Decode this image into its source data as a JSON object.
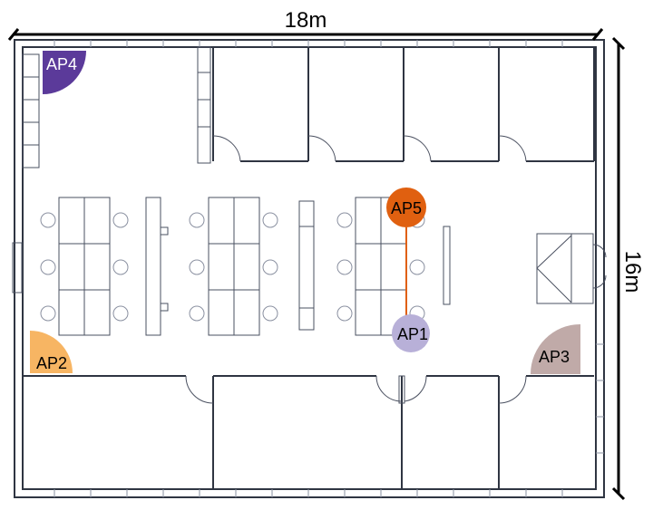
{
  "dimensions": {
    "width_label": "18m",
    "height_label": "16m"
  },
  "access_points": [
    {
      "id": "ap4",
      "label": "AP4",
      "color": "#5b3a9a",
      "text_color": "#ffffff",
      "shape": "quarter-sector"
    },
    {
      "id": "ap5",
      "label": "AP5",
      "color": "#e06010",
      "text_color": "#000000",
      "shape": "circle"
    },
    {
      "id": "ap1",
      "label": "AP1",
      "color": "#b8b0d8",
      "text_color": "#000000",
      "shape": "circle"
    },
    {
      "id": "ap2",
      "label": "AP2",
      "color": "#f7b563",
      "text_color": "#000000",
      "shape": "quarter-sector"
    },
    {
      "id": "ap3",
      "label": "AP3",
      "color": "#c0aaa8",
      "text_color": "#000000",
      "shape": "quarter-sector"
    }
  ]
}
